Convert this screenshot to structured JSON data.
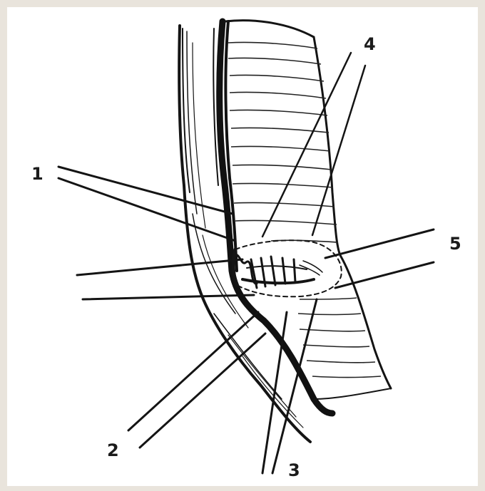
{
  "figure": {
    "labels": {
      "l1": "1",
      "l2": "2",
      "l3": "3",
      "l4": "4",
      "l5": "5"
    },
    "colors": {
      "background": "#e9e4dc",
      "paper": "#ffffff",
      "ink": "#141414"
    }
  }
}
